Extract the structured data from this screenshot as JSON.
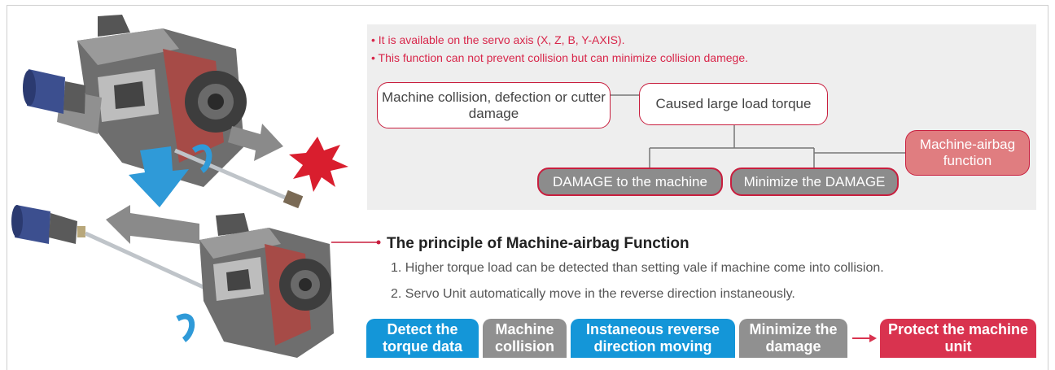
{
  "notes": [
    "• It is available on the servo axis (X, Z, B, Y-AXIS).",
    "• This function can not prevent collision but can minimize collision damege."
  ],
  "nodes": {
    "collision": "Machine collision, defection or cutter damage",
    "torque": "Caused large load torque",
    "airbag": "Machine-airbag function",
    "damage": "DAMAGE to the machine",
    "minimize": "Minimize the DAMAGE"
  },
  "principle": {
    "title": "The principle of Machine-airbag Function",
    "steps": [
      "1. Higher torque load can be detected than setting vale if machine come into collision.",
      "2. Servo Unit automatically move in the reverse direction instaneously."
    ]
  },
  "process": [
    {
      "label": "Detect the torque data",
      "color": "#1496d8"
    },
    {
      "label": "Machine collision",
      "color": "#909090"
    },
    {
      "label": "Instaneous reverse direction moving",
      "color": "#1496d8"
    },
    {
      "label": "Minimize the damage",
      "color": "#909090"
    },
    {
      "label": "Protect the machine unit",
      "color": "#d9334f"
    }
  ],
  "colors": {
    "accent_red": "#d8264a",
    "blue": "#1496d8",
    "grey": "#909090",
    "pink": "#e07d80"
  },
  "icons": [
    "turret-unit-illustration",
    "starburst-collision-icon",
    "arrow-icon"
  ]
}
